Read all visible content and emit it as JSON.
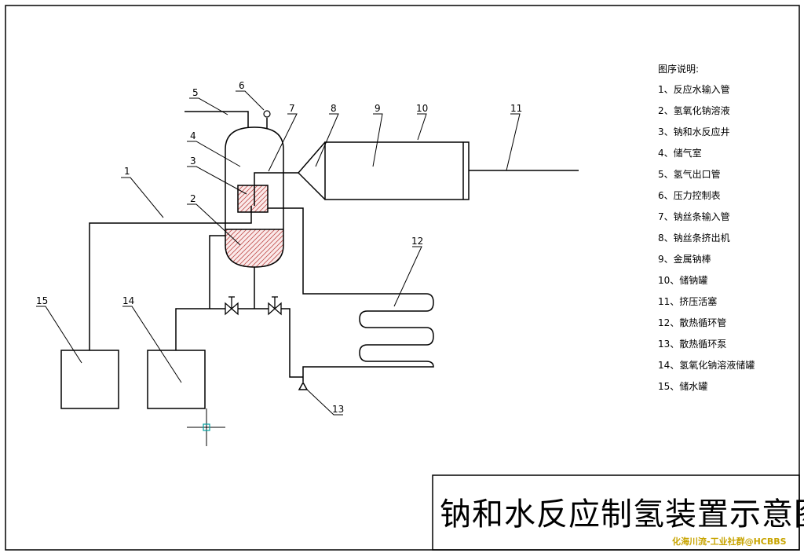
{
  "legend": {
    "heading": "图序说明:",
    "items": [
      "1、反应水输入管",
      "2、氢氧化钠溶液",
      "3、钠和水反应井",
      "4、储气室",
      "5、氢气出口管",
      "6、压力控制表",
      "7、钠丝条输入管",
      "8、钠丝条挤出机",
      "9、金属钠棒",
      "10、储钠罐",
      "11、挤压活塞",
      "12、散热循环管",
      "13、散热循环泵",
      "14、氢氧化钠溶液储罐",
      "15、储水罐"
    ]
  },
  "labels": {
    "n1": "1",
    "n2": "2",
    "n3": "3",
    "n4": "4",
    "n5": "5",
    "n6": "6",
    "n7": "7",
    "n8": "8",
    "n9": "9",
    "n10": "10",
    "n11": "11",
    "n12": "12",
    "n13": "13",
    "n14": "14",
    "n15": "15"
  },
  "title": "钠和水反应制氢装置示意图",
  "watermark": "化海川流-工业社群@HCBBS",
  "colors": {
    "line": "#000000",
    "solution_hatch": "#c0504d",
    "cursor": "#00a0a0",
    "watermark": "#c8a400"
  }
}
